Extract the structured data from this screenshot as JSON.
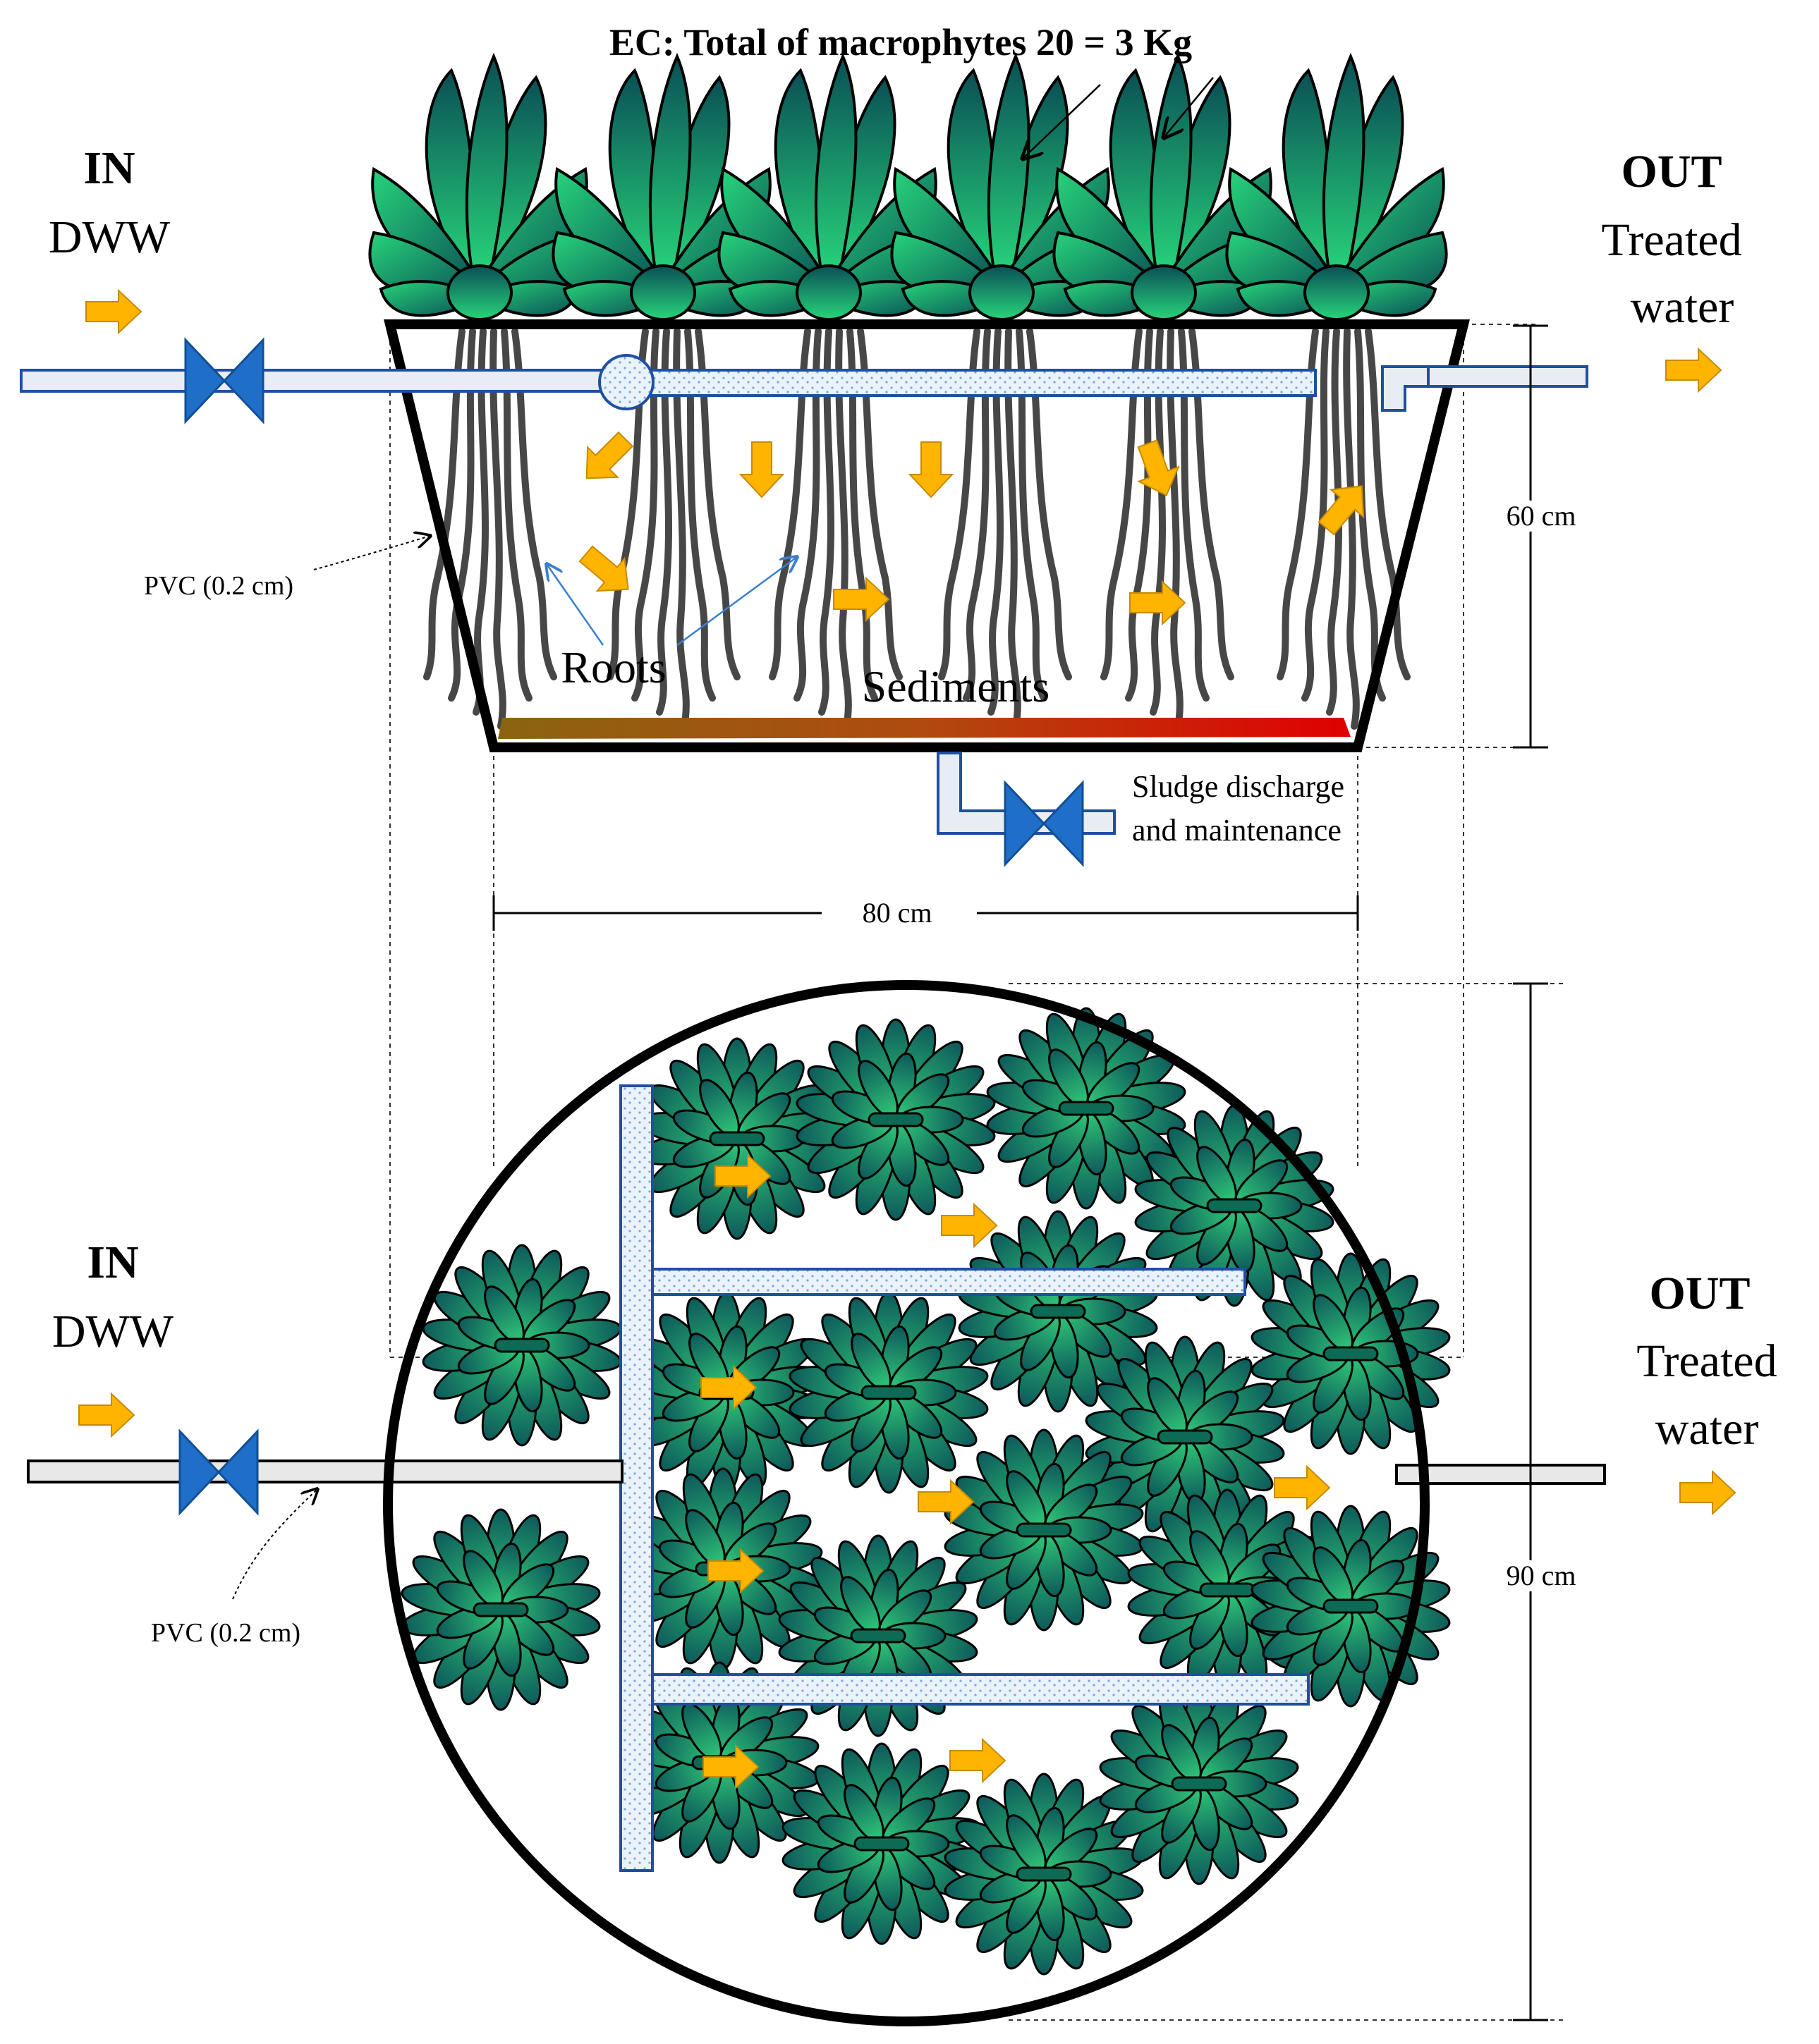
{
  "title": "EC: Total of macrophytes 20 = 3 Kg",
  "side_view": {
    "in_label": "IN",
    "in_sub": "DWW",
    "out_label": "OUT",
    "out_sub_1": "Treated",
    "out_sub_2": "water",
    "pvc_label": "PVC (0.2 cm)",
    "roots_label": "Roots",
    "sediments_label": "Sediments",
    "sludge_label_1": "Sludge discharge",
    "sludge_label_2": "and maintenance",
    "height_label": "60 cm",
    "width_label": "80 cm"
  },
  "top_view": {
    "in_label": "IN",
    "in_sub": "DWW",
    "out_label": "OUT",
    "out_sub_1": "Treated",
    "out_sub_2": "water",
    "pvc_label": "PVC (0.2 cm)",
    "diameter_label": "90 cm"
  },
  "colors": {
    "plant_light": "#27d47a",
    "plant_dark": "#0a4f55",
    "arrow": "#ffb400",
    "valve": "#1f6fc8",
    "pipe_border": "#1f4fa0",
    "sediment_left": "#8a6410",
    "sediment_right": "#e00000",
    "root": "#474747"
  }
}
